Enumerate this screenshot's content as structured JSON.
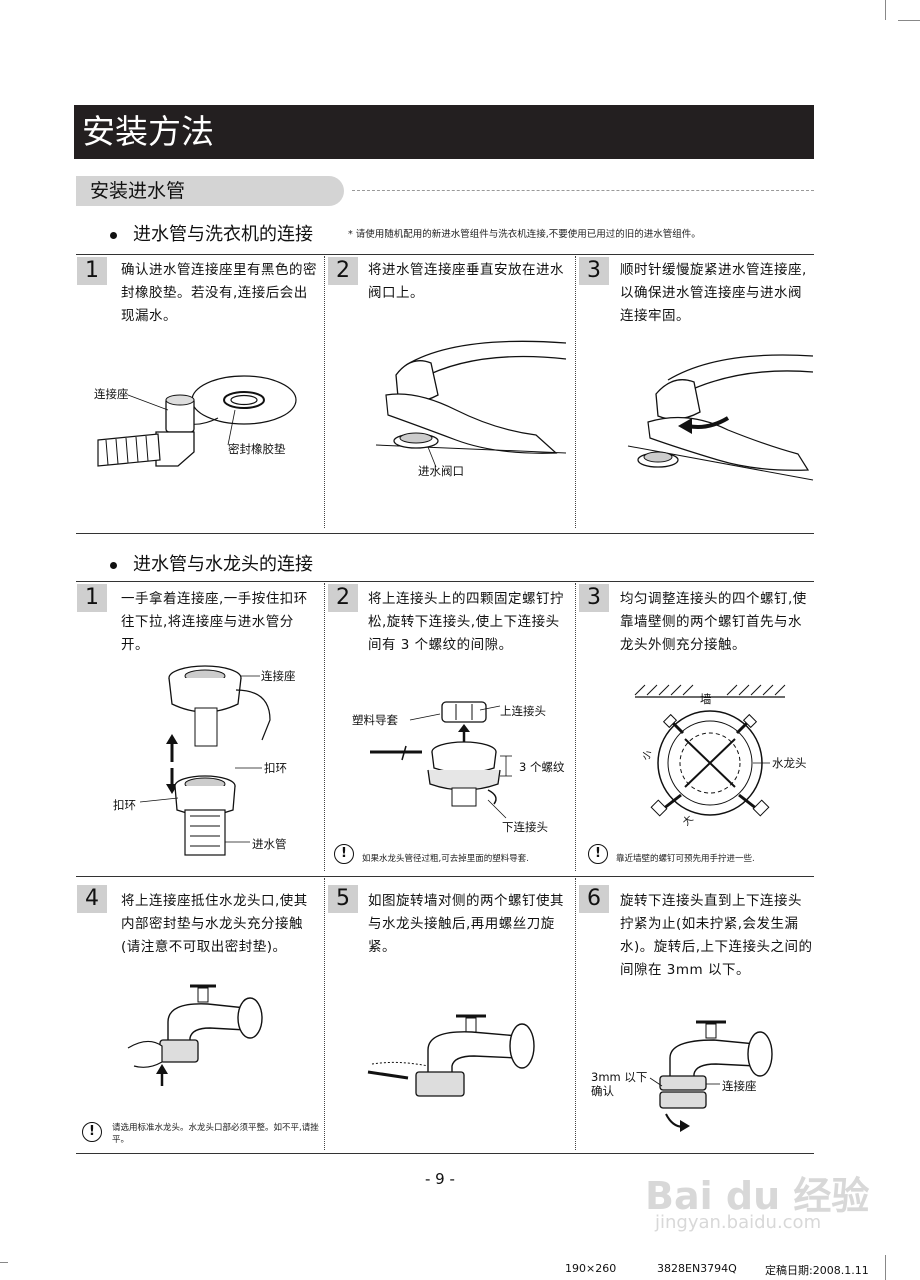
{
  "page": {
    "title": "安装方法",
    "section": "安装进水管",
    "page_number": "- 9 -",
    "footer": {
      "size": "190×260",
      "code": "3828EN3794Q",
      "date": "定稿日期:2008.1.11"
    },
    "watermark": {
      "brand": "Bai du 经验",
      "url": "jingyan.baidu.com"
    }
  },
  "part1": {
    "heading": "进水管与洗衣机的连接",
    "note": "* 请使用随机配用的新进水管组件与洗衣机连接,不要使用已用过的旧的进水管组件。",
    "steps": [
      {
        "num": "1",
        "text": "确认进水管连接座里有黑色的密封橡胶垫。若没有,连接后会出现漏水。",
        "labels": [
          "连接座",
          "密封橡胶垫"
        ]
      },
      {
        "num": "2",
        "text": "将进水管连接座垂直安放在进水阀口上。",
        "labels": [
          "进水阀口"
        ]
      },
      {
        "num": "3",
        "text": "顺时针缓慢旋紧进水管连接座,以确保进水管连接座与进水阀连接牢固。",
        "labels": []
      }
    ]
  },
  "part2": {
    "heading": "进水管与水龙头的连接",
    "steps": [
      {
        "num": "1",
        "text": "一手拿着连接座,一手按住扣环往下拉,将连接座与进水管分开。",
        "labels": [
          "连接座",
          "扣环",
          "扣环",
          "进水管"
        ]
      },
      {
        "num": "2",
        "text": "将上连接头上的四颗固定螺钉拧松,旋转下连接头,使上下连接头间有 3 个螺纹的间隙。",
        "labels": [
          "塑料导套",
          "上连接头",
          "3 个螺纹",
          "下连接头"
        ],
        "caution": "如果水龙头管径过粗,可去掉里面的塑料导套."
      },
      {
        "num": "3",
        "text": "均匀调整连接头的四个螺钉,使靠墙壁侧的两个螺钉首先与水龙头外侧充分接触。",
        "labels": [
          "墙",
          "水龙头",
          "小",
          "大"
        ],
        "caution": "靠近墙壁的螺钉可预先用手拧进一些."
      },
      {
        "num": "4",
        "text": "将上连接座抵住水龙头口,使其内部密封垫与水龙头充分接触(请注意不可取出密封垫)。",
        "labels": [],
        "caution": "请选用标准水龙头。水龙头口部必须平整。如不平,请挫平。"
      },
      {
        "num": "5",
        "text": "如图旋转墙对侧的两个螺钉使其与水龙头接触后,再用螺丝刀旋紧。",
        "labels": []
      },
      {
        "num": "6",
        "text": "旋转下连接头直到上下连接头拧紧为止(如未拧紧,会发生漏水)。旋转后,上下连接头之间的间隙在 3mm 以下。",
        "labels": [
          "3mm 以下确认",
          "连接座"
        ]
      }
    ]
  }
}
